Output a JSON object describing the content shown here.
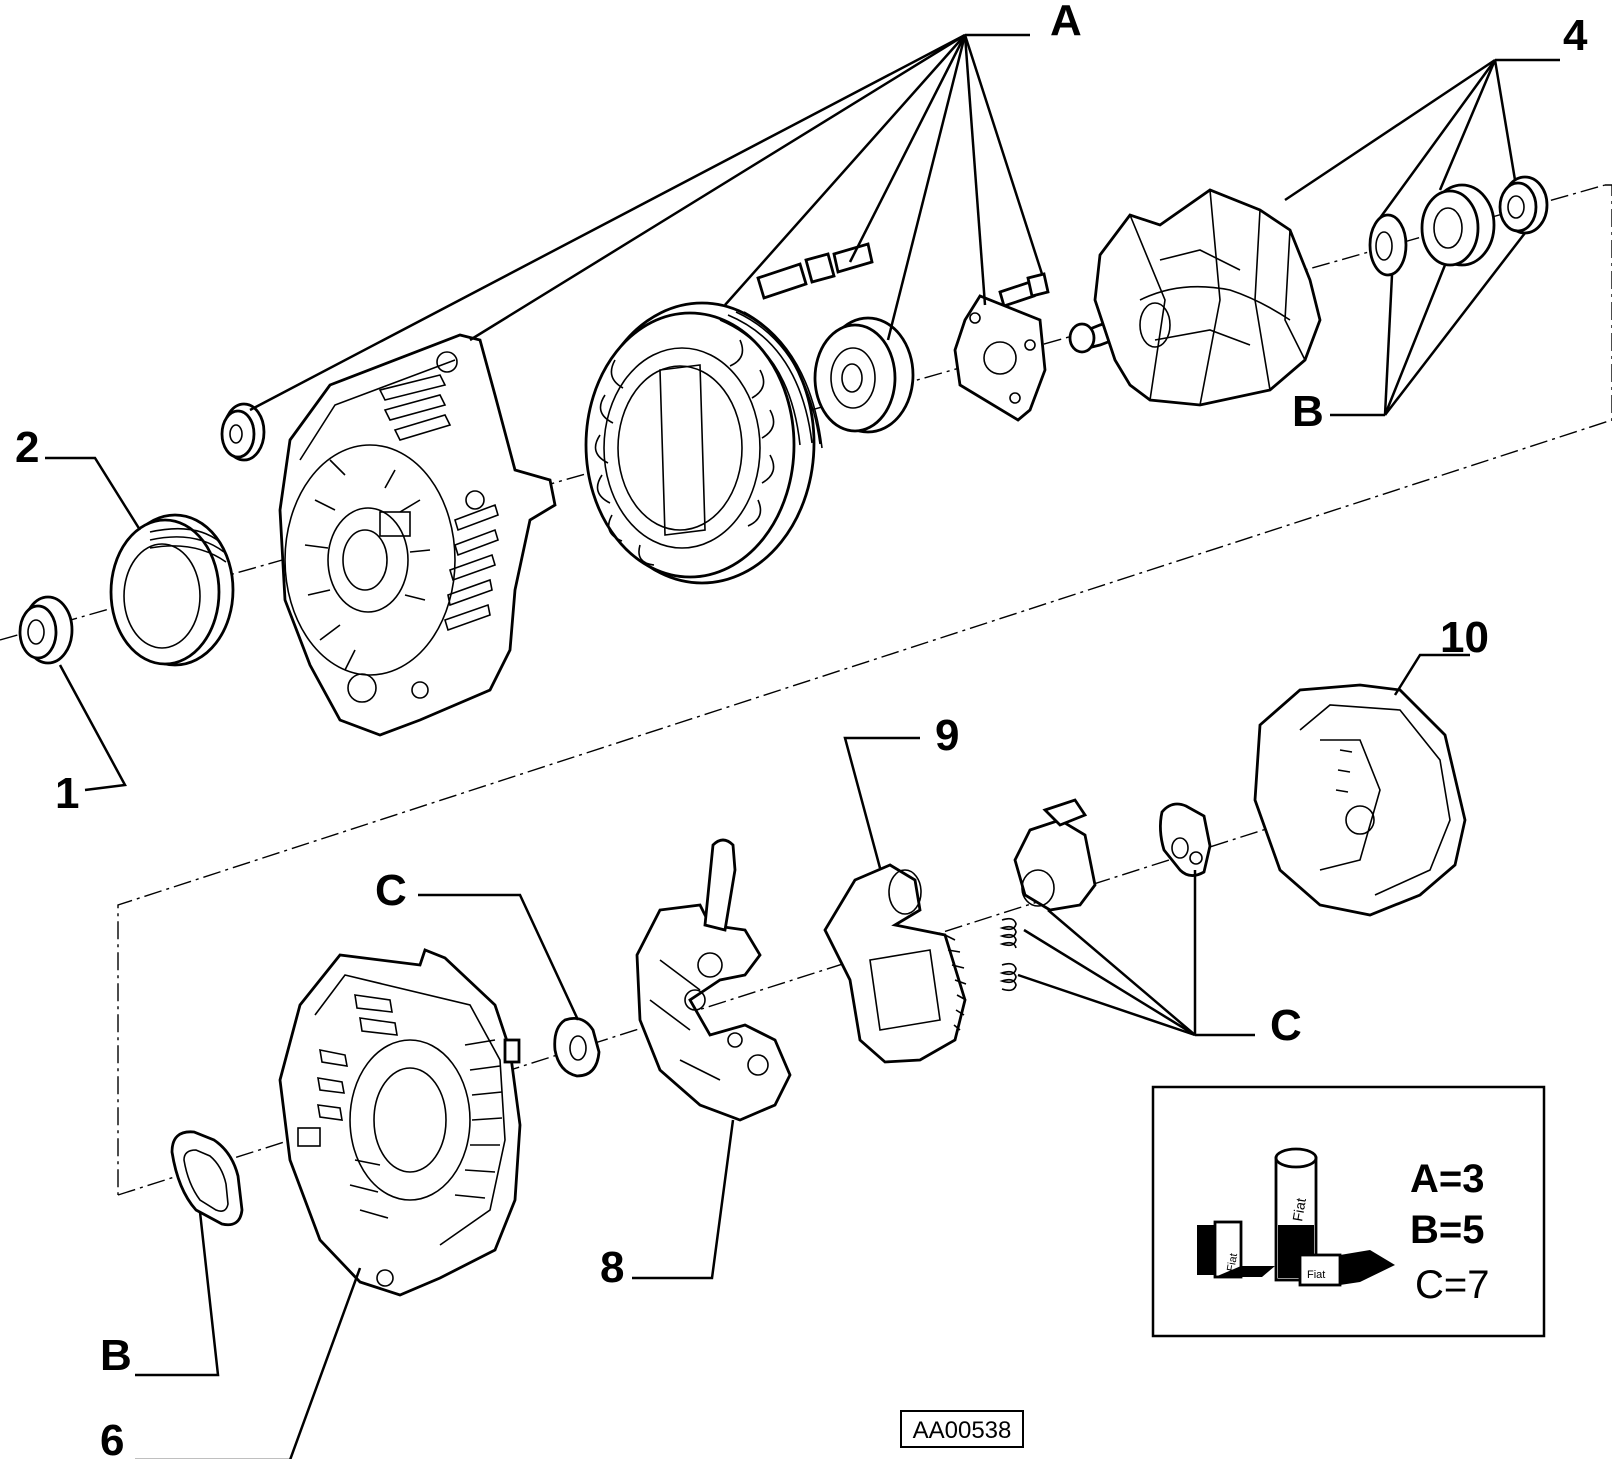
{
  "callouts": {
    "part_1": "1",
    "part_2": "2",
    "part_4": "4",
    "part_6": "6",
    "part_8": "8",
    "part_9": "9",
    "part_10": "10",
    "group_a": "A",
    "group_b_upper": "B",
    "group_b_lower": "B",
    "group_c_left": "C",
    "group_c_right": "C"
  },
  "legend": {
    "a": "A=3",
    "b": "B=5",
    "c": "C=7",
    "tube_text": "Fiat",
    "box_text": "Fiat"
  },
  "reference_code": "AA00538"
}
